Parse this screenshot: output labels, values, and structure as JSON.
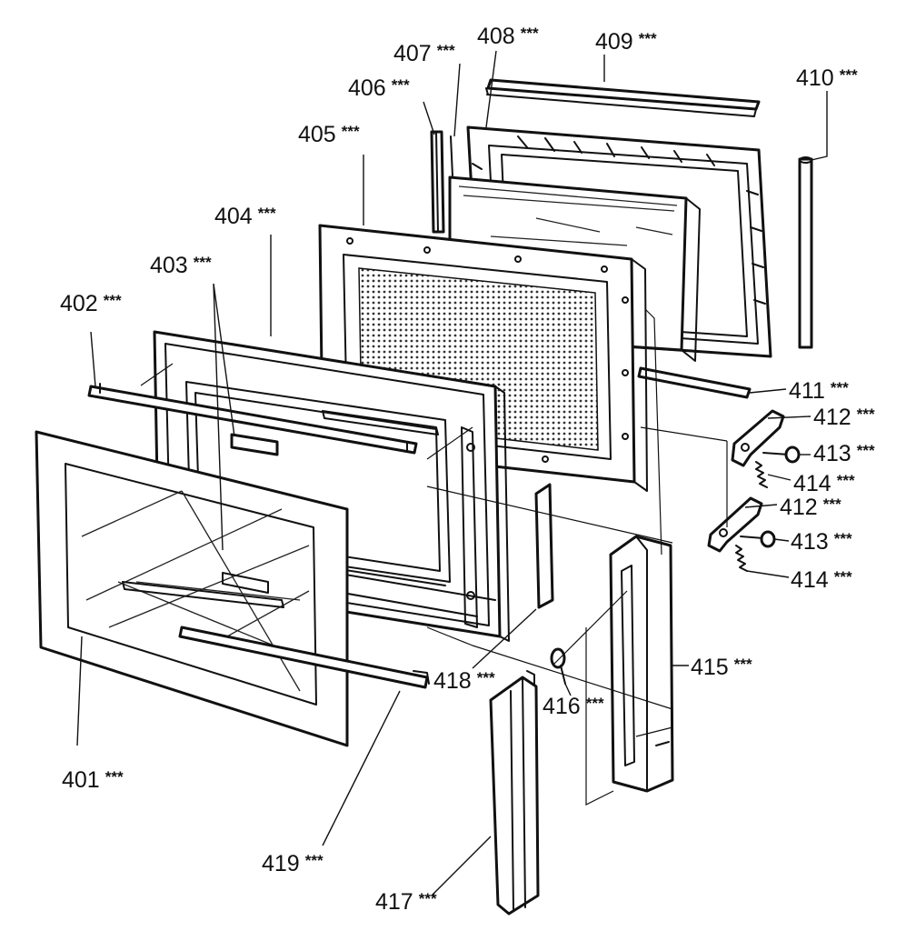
{
  "diagram": {
    "suffix": "***",
    "callouts": [
      {
        "id": "401",
        "label": "401"
      },
      {
        "id": "402",
        "label": "402"
      },
      {
        "id": "403",
        "label": "403"
      },
      {
        "id": "404",
        "label": "404"
      },
      {
        "id": "405",
        "label": "405"
      },
      {
        "id": "406",
        "label": "406"
      },
      {
        "id": "407",
        "label": "407"
      },
      {
        "id": "408",
        "label": "408"
      },
      {
        "id": "409",
        "label": "409"
      },
      {
        "id": "410",
        "label": "410"
      },
      {
        "id": "411",
        "label": "411"
      },
      {
        "id": "412a",
        "label": "412"
      },
      {
        "id": "413a",
        "label": "413"
      },
      {
        "id": "414a",
        "label": "414"
      },
      {
        "id": "412b",
        "label": "412"
      },
      {
        "id": "413b",
        "label": "413"
      },
      {
        "id": "414b",
        "label": "414"
      },
      {
        "id": "415",
        "label": "415"
      },
      {
        "id": "416",
        "label": "416"
      },
      {
        "id": "417",
        "label": "417"
      },
      {
        "id": "418",
        "label": "418"
      },
      {
        "id": "419",
        "label": "419"
      }
    ]
  }
}
